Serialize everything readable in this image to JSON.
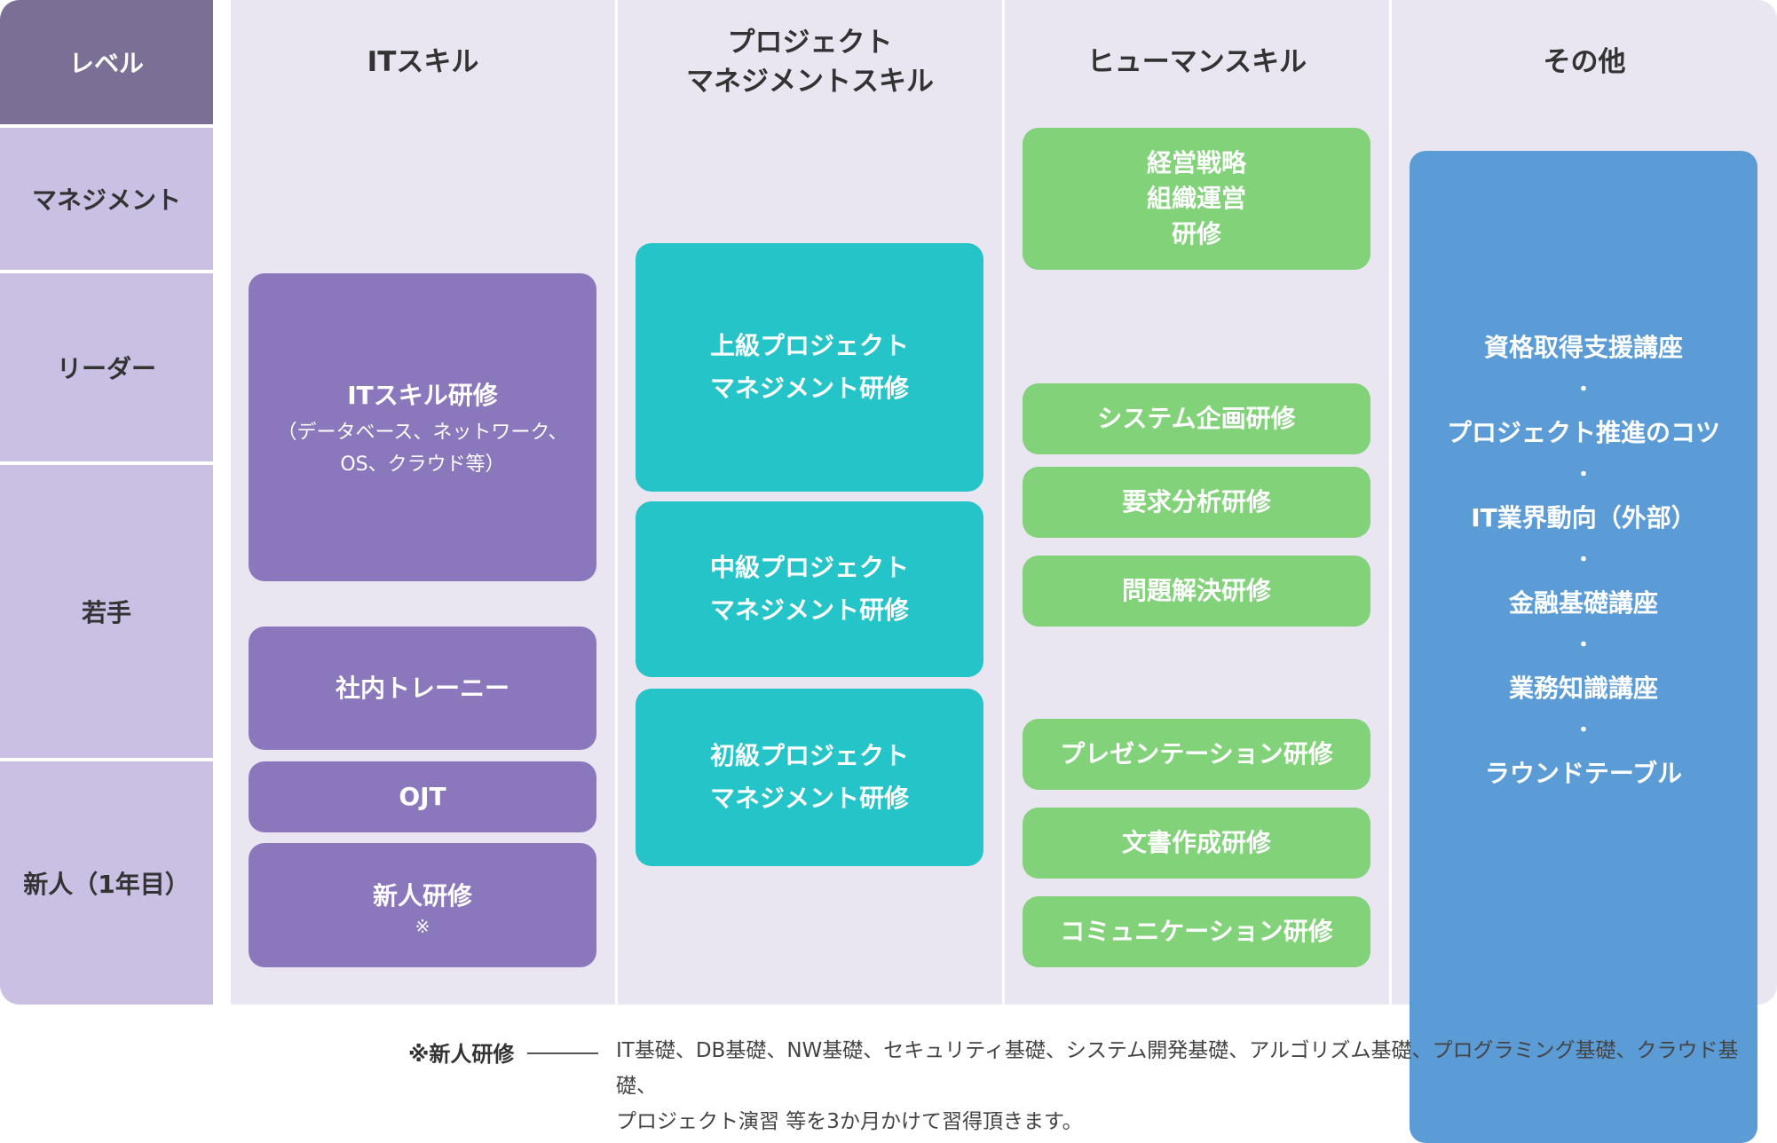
{
  "levels": {
    "header": "レベル",
    "management": "マネジメント",
    "leader": "リーダー",
    "junior": "若手",
    "newcomer": "新人（1年目）"
  },
  "columns": {
    "it": "ITスキル",
    "pm": "プロジェクト\nマネジメントスキル",
    "human": "ヒューマンスキル",
    "other": "その他"
  },
  "it_boxes": {
    "it_training": {
      "title": "ITスキル研修",
      "sub": "（データベース、ネットワーク、\nOS、クラウド等）"
    },
    "trainee": "社内トレーニー",
    "ojt": "OJT",
    "newcomer_training": {
      "title": "新人研修",
      "mark": "※"
    }
  },
  "pm_boxes": {
    "advanced": "上級プロジェクト\nマネジメント研修",
    "intermediate": "中級プロジェクト\nマネジメント研修",
    "beginner": "初級プロジェクト\nマネジメント研修"
  },
  "human_boxes": {
    "strategy": "経営戦略\n組織運営\n研修",
    "system_planning": "システム企画研修",
    "requirements": "要求分析研修",
    "problem_solving": "問題解決研修",
    "presentation": "プレゼンテーション研修",
    "documentation": "文書作成研修",
    "communication": "コミュニケーション研修"
  },
  "other_box": {
    "items": [
      "資格取得支援講座",
      "プロジェクト推進のコツ",
      "IT業界動向（外部）",
      "金融基礎講座",
      "業務知識講座",
      "ラウンドテーブル"
    ],
    "separator": "・"
  },
  "footnote": {
    "label": "※新人研修",
    "text": "IT基礎、DB基礎、NW基礎、セキュリティ基礎、システム開発基礎、アルゴリズム基礎、プログラミング基礎、クラウド基礎、\nプロジェクト演習 等を3か月かけて習得頂きます。"
  },
  "colors": {
    "level_header": "#7c6f95",
    "level_cell": "#c9c0e3",
    "column_bg": "#e9e6f1",
    "it": "#8a77bc",
    "pm": "#25c4c8",
    "human": "#82d27a",
    "other": "#5b9bd6"
  }
}
